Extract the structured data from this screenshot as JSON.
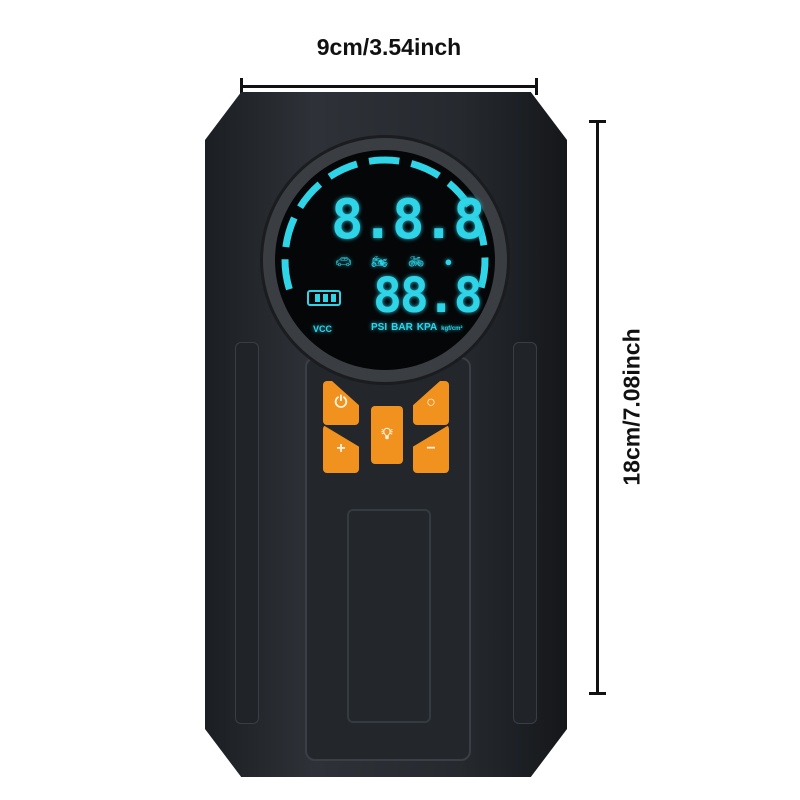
{
  "dimensions": {
    "width_label": "9cm/3.54inch",
    "height_label": "18cm/7.08inch"
  },
  "display": {
    "top_readout": "8.8.8",
    "bottom_readout": "88.8",
    "power_label": "VCC",
    "units": [
      "PSI",
      "BAR",
      "KPA",
      "kgf/cm²"
    ],
    "mode_icons": [
      "car-icon",
      "motorcycle-icon",
      "bicycle-icon",
      "ball-icon"
    ],
    "battery_level": 1.0,
    "color": "#2fd4e6"
  },
  "buttons": [
    "power-icon",
    "mode-cycle-icon",
    "light-icon",
    "plus-icon",
    "minus-icon"
  ],
  "colors": {
    "body": "#2a2d32",
    "buttons": "#f2921e"
  }
}
